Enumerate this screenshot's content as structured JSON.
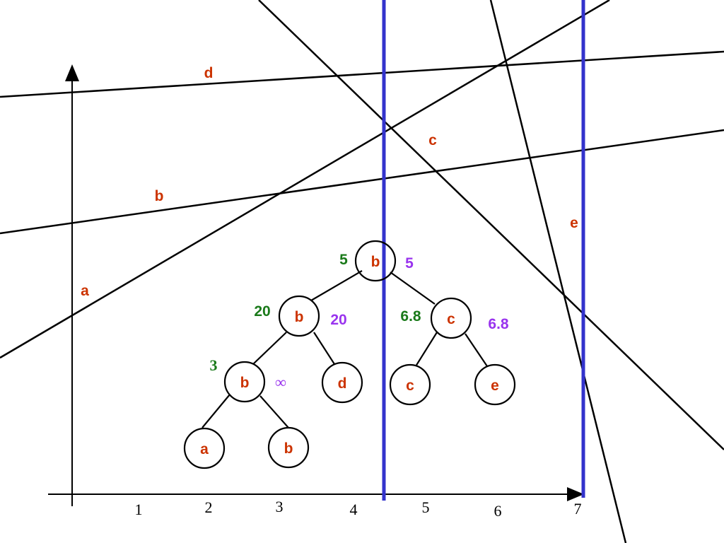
{
  "colors": {
    "line": "#000000",
    "sweep": "#3333cc",
    "label": "#cc3300",
    "green": "#1a7a1a",
    "purple": "#9933ee"
  },
  "line_labels": {
    "a": "a",
    "b": "b",
    "c": "c",
    "d": "d",
    "e": "e"
  },
  "axis": {
    "ticks": [
      "1",
      "2",
      "3",
      "4",
      "5",
      "6",
      "7"
    ]
  },
  "tree": {
    "root": {
      "label": "b",
      "left_value": "5",
      "right_value": "5"
    },
    "left": {
      "label": "b",
      "left_value": "20",
      "right_value": "20"
    },
    "right": {
      "label": "c",
      "left_value": "6.8",
      "right_value": "6.8"
    },
    "left_left": {
      "label": "b",
      "left_value": "3",
      "right_value": "∞"
    },
    "left_right": {
      "label": "d"
    },
    "right_left": {
      "label": "c"
    },
    "right_right": {
      "label": "e"
    },
    "leaf_a": {
      "label": "a"
    },
    "leaf_b": {
      "label": "b"
    }
  }
}
